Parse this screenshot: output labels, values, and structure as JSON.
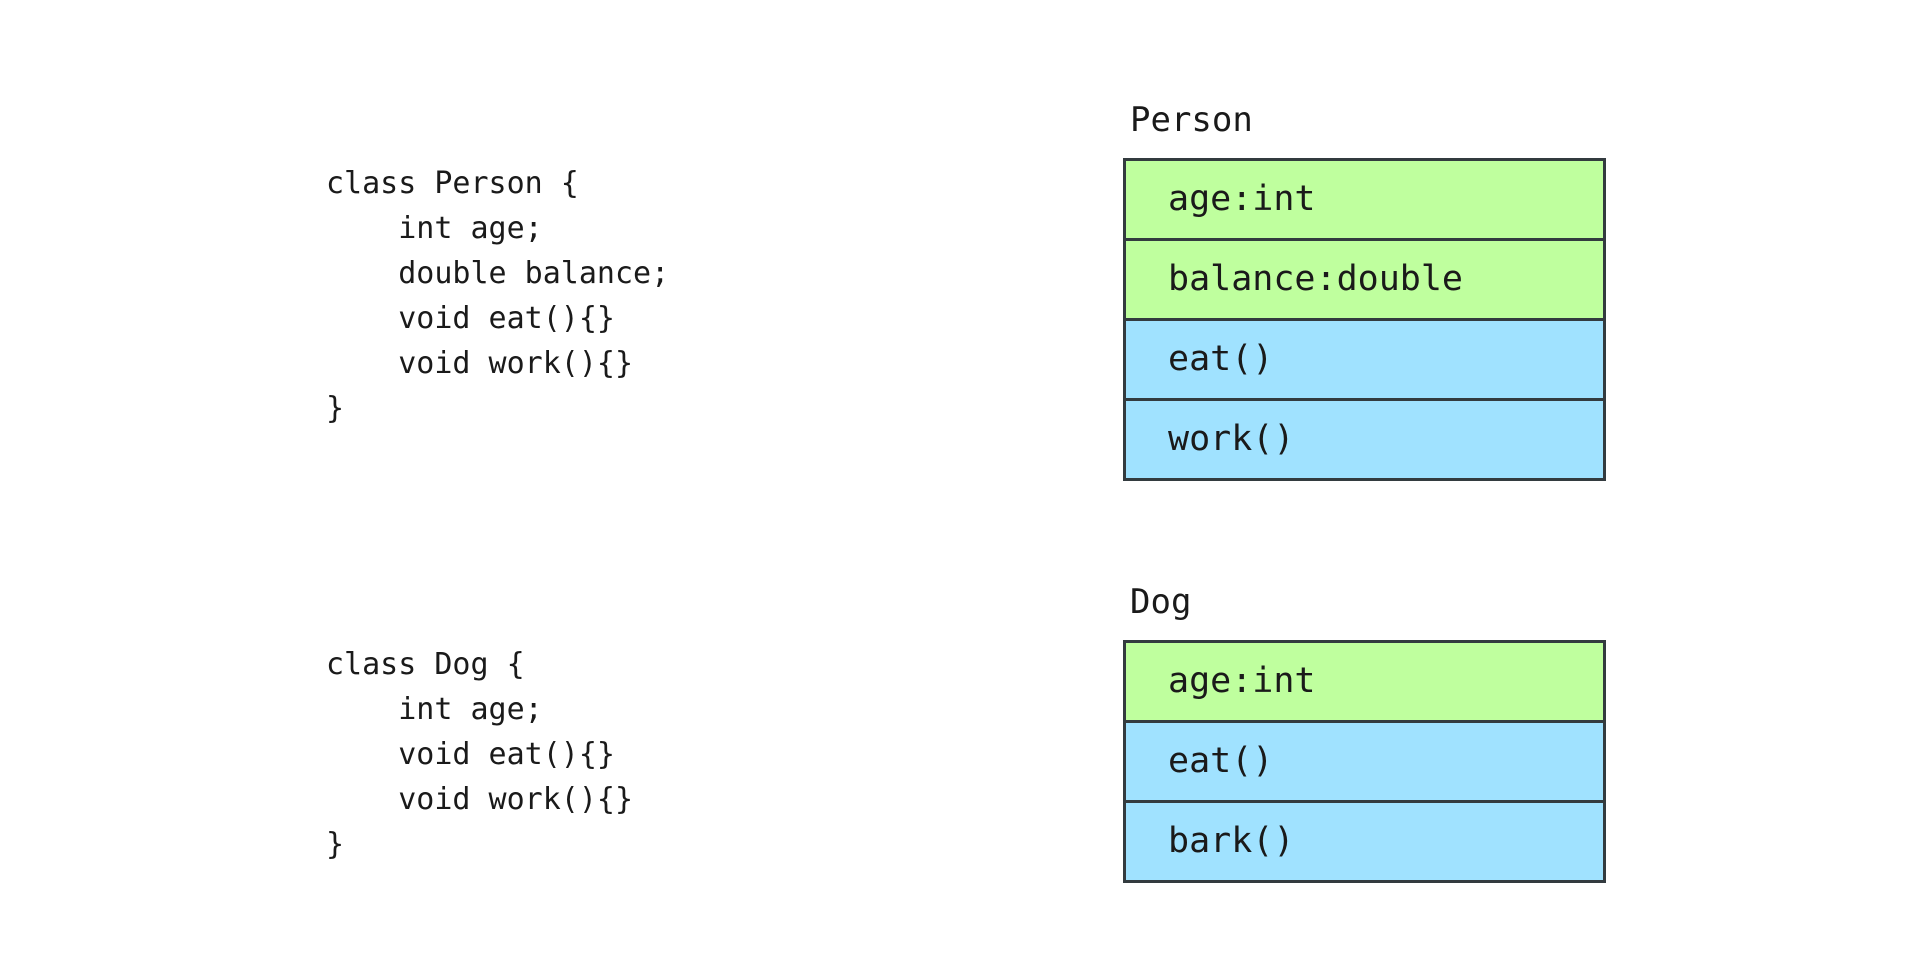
{
  "code": {
    "person": [
      "class Person {",
      "    int age;",
      "    double balance;",
      "    void eat(){}",
      "    void work(){}",
      "}"
    ],
    "dog": [
      "class Dog {",
      "    int age;",
      "    void eat(){}",
      "    void work(){}",
      "}"
    ]
  },
  "classes": {
    "person": {
      "name": "Person",
      "members": [
        {
          "text": "age:int",
          "kind": "field"
        },
        {
          "text": "balance:double",
          "kind": "field"
        },
        {
          "text": "eat()",
          "kind": "method"
        },
        {
          "text": "work()",
          "kind": "method"
        }
      ]
    },
    "dog": {
      "name": "Dog",
      "members": [
        {
          "text": "age:int",
          "kind": "field"
        },
        {
          "text": "eat()",
          "kind": "method"
        },
        {
          "text": "bark()",
          "kind": "method"
        }
      ]
    }
  },
  "colors": {
    "field": "#bfff9e",
    "method": "#a0e2ff",
    "border": "#333b3f"
  }
}
